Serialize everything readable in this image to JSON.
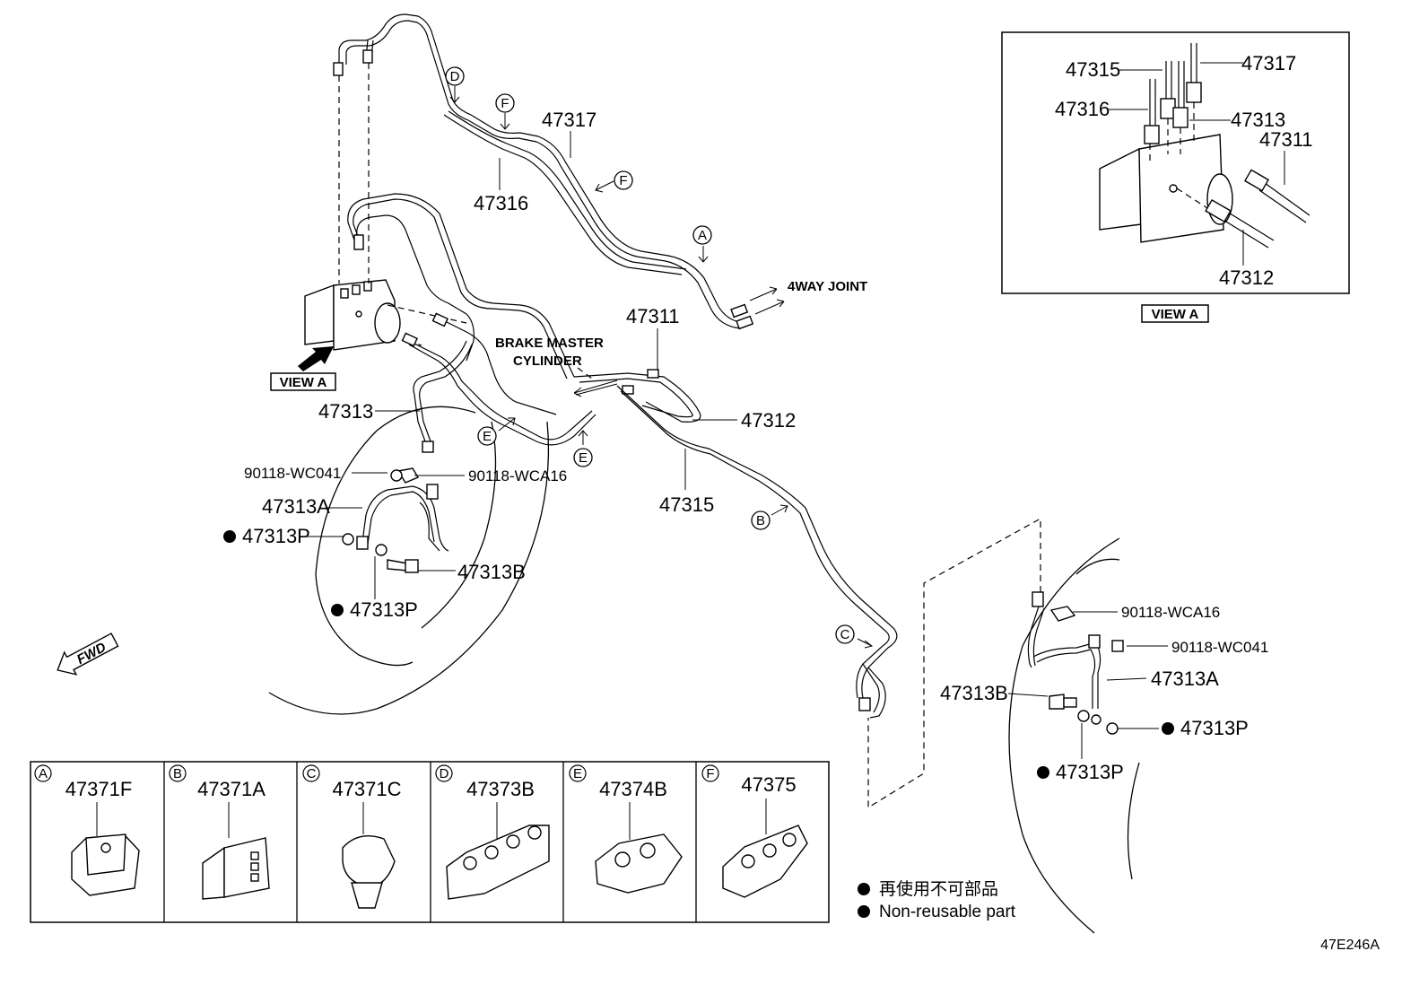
{
  "labels": {
    "p47317_top": "47317",
    "p47316_top": "47316",
    "p47311_main": "47311",
    "p47312_main": "47312",
    "p47313_main": "47313",
    "p47315_main": "47315",
    "wc041_left": "90118-WC041",
    "wca16_left": "90118-WCA16",
    "p47313A_left": "47313A",
    "p47313P_left1": "47313P",
    "p47313B_left": "47313B",
    "p47313P_left2": "47313P",
    "wca16_right": "90118-WCA16",
    "wc041_right": "90118-WC041",
    "p47313A_right": "47313A",
    "p47313B_right": "47313B",
    "p47313P_right1": "47313P",
    "p47313P_right2": "47313P",
    "fourway": "4WAY JOINT",
    "bmc1": "BRAKE MASTER",
    "bmc2": "CYLINDER",
    "viewA_main": "VIEW A",
    "fwd": "FWD"
  },
  "inset": {
    "caption": "VIEW A",
    "p47315": "47315",
    "p47317": "47317",
    "p47316": "47316",
    "p47313": "47313",
    "p47311": "47311",
    "p47312": "47312"
  },
  "clip_markers": {
    "D": "D",
    "F1": "F",
    "F2": "F",
    "A": "A",
    "E1": "E",
    "E2": "E",
    "B": "B",
    "C": "C"
  },
  "clip_table": [
    {
      "letter": "A",
      "part": "47371F"
    },
    {
      "letter": "B",
      "part": "47371A"
    },
    {
      "letter": "C",
      "part": "47371C"
    },
    {
      "letter": "D",
      "part": "47373B"
    },
    {
      "letter": "E",
      "part": "47374B"
    },
    {
      "letter": "F",
      "part": "47375"
    }
  ],
  "legend": {
    "line1": "再使用不可部品",
    "line2": "Non-reusable part"
  },
  "diagram_code": "47E246A"
}
